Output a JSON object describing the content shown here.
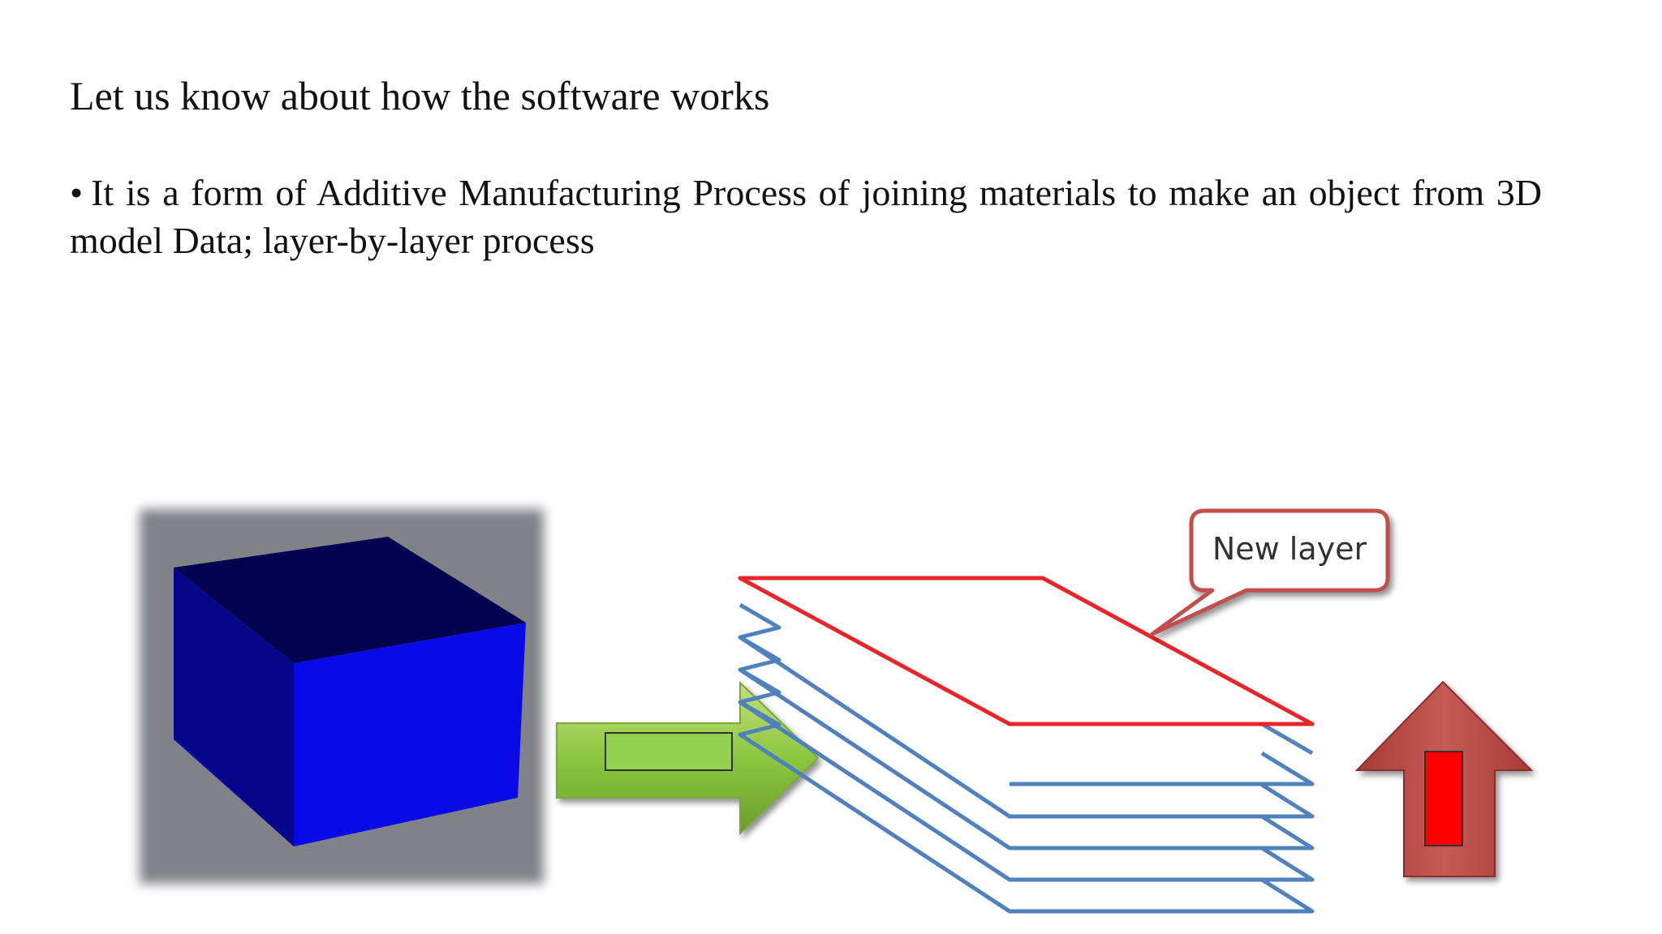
{
  "slide": {
    "heading": "Let us know about how the software works",
    "bullet_symbol": "•",
    "bullet_text": "It is a form of Additive Manufacturing Process of joining materials to make an object from 3D model Data; layer-by-layer process"
  },
  "figure": {
    "callout_label": "New layer",
    "colors": {
      "cube_front": "#0a0ae8",
      "cube_top": "#020250",
      "cube_side": "#06068a",
      "cube_background": "#808287",
      "arrow_green": "#8cc63f",
      "layer_blue": "#4f81bd",
      "new_layer_red": "#e8262a",
      "up_arrow": "#c0504d",
      "up_arrow_box": "#ff0000"
    },
    "icons": [
      "cube-icon",
      "right-arrow-icon",
      "layer-stack-icon",
      "callout-bubble-icon",
      "up-arrow-icon"
    ]
  }
}
